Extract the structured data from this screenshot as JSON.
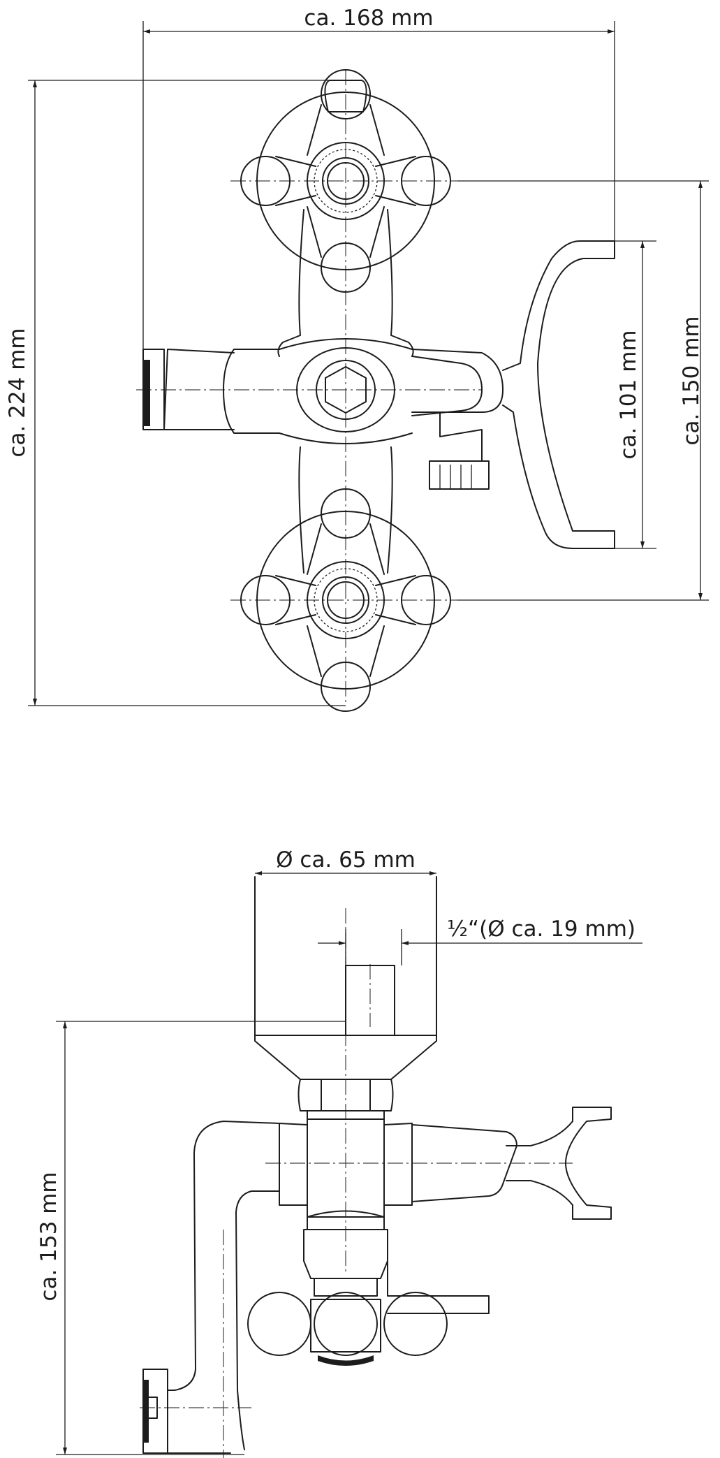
{
  "front_view": {
    "dim_width": "ca. 168 mm",
    "dim_height": "ca. 224 mm",
    "dim_spout_height": "ca. 101 mm",
    "dim_center_distance": "ca. 150 mm"
  },
  "side_view": {
    "dim_flange_diameter": "Ø ca. 65 mm",
    "dim_thread": "½“(Ø ca. 19 mm)",
    "dim_height": "ca. 153 mm"
  }
}
